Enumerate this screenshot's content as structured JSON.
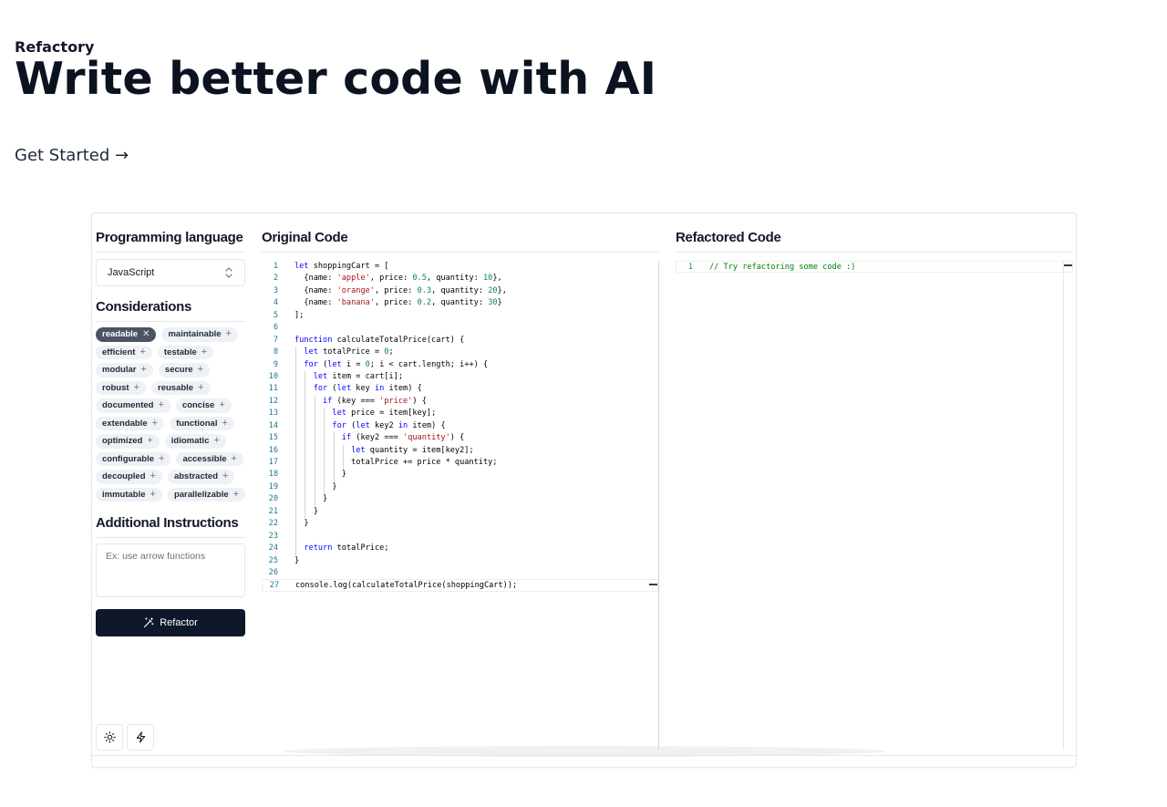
{
  "header": {
    "eyebrow": "Refactory",
    "title": "Write better code with AI",
    "cta_label": "Get Started →"
  },
  "sidebar": {
    "language_title": "Programming language",
    "language_value": "JavaScript",
    "considerations_title": "Considerations",
    "tags": [
      {
        "label": "readable",
        "active": true
      },
      {
        "label": "maintainable",
        "active": false
      },
      {
        "label": "efficient",
        "active": false
      },
      {
        "label": "testable",
        "active": false
      },
      {
        "label": "modular",
        "active": false
      },
      {
        "label": "secure",
        "active": false
      },
      {
        "label": "robust",
        "active": false
      },
      {
        "label": "reusable",
        "active": false
      },
      {
        "label": "documented",
        "active": false
      },
      {
        "label": "concise",
        "active": false
      },
      {
        "label": "extendable",
        "active": false
      },
      {
        "label": "functional",
        "active": false
      },
      {
        "label": "optimized",
        "active": false
      },
      {
        "label": "idiomatic",
        "active": false
      },
      {
        "label": "configurable",
        "active": false
      },
      {
        "label": "accessible",
        "active": false
      },
      {
        "label": "decoupled",
        "active": false
      },
      {
        "label": "abstracted",
        "active": false
      },
      {
        "label": "immutable",
        "active": false
      },
      {
        "label": "parallelizable",
        "active": false
      }
    ],
    "instructions_title": "Additional Instructions",
    "instructions_placeholder": "Ex: use arrow functions",
    "refactor_label": "Refactor",
    "icons": [
      "sun-icon",
      "zap-icon",
      "wand-icon",
      "chevron-updown-icon"
    ]
  },
  "original": {
    "title": "Original Code",
    "lines": [
      "let shoppingCart = [",
      "  {name: 'apple', price: 0.5, quantity: 10},",
      "  {name: 'orange', price: 0.3, quantity: 20},",
      "  {name: 'banana', price: 0.2, quantity: 30}",
      "];",
      "",
      "function calculateTotalPrice(cart) {",
      "  let totalPrice = 0;",
      "  for (let i = 0; i < cart.length; i++) {",
      "    let item = cart[i];",
      "    for (let key in item) {",
      "      if (key === 'price') {",
      "        let price = item[key];",
      "        for (let key2 in item) {",
      "          if (key2 === 'quantity') {",
      "            let quantity = item[key2];",
      "            totalPrice += price * quantity;",
      "          }",
      "        }",
      "      }",
      "    }",
      "  }",
      "",
      "  return totalPrice;",
      "}",
      "",
      "console.log(calculateTotalPrice(shoppingCart));"
    ]
  },
  "refactored": {
    "title": "Refactored Code",
    "lines": [
      "// Try refactoring some code :)"
    ]
  },
  "colors": {
    "accent": "#0f172a",
    "tag_active": "#4b5563",
    "tag_bg": "#eef1f5",
    "keyword": "#0000ff",
    "string": "#a31515",
    "number": "#098658",
    "comment": "#008000",
    "line_number": "#237893"
  }
}
